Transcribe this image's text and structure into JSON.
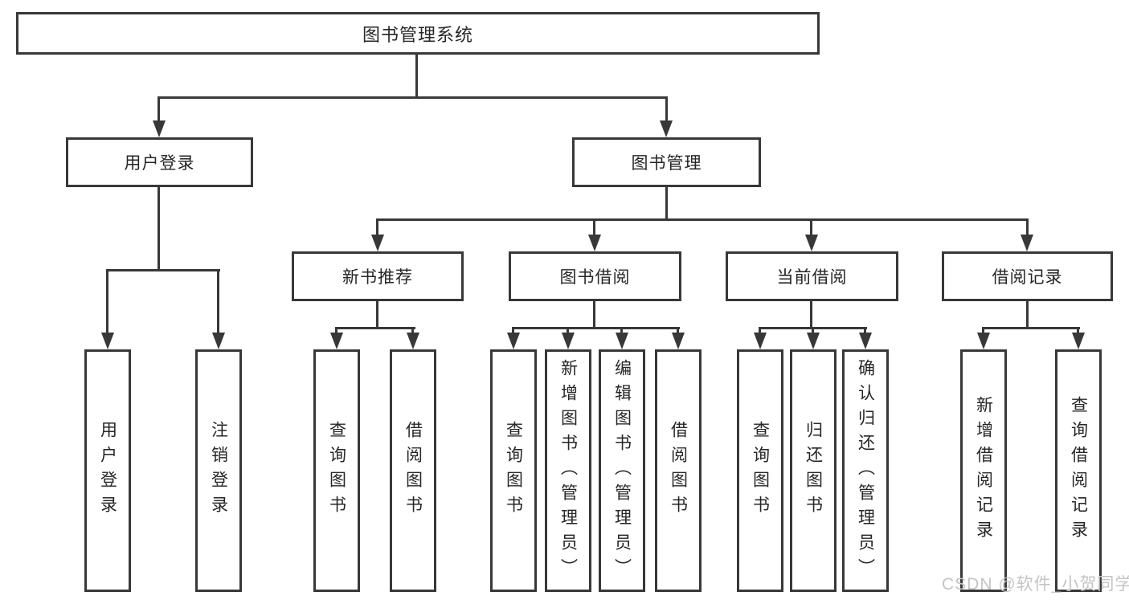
{
  "diagram": {
    "root": {
      "label": "图书管理系统"
    },
    "level2": [
      {
        "label": "用户登录"
      },
      {
        "label": "图书管理"
      }
    ],
    "level3": [
      {
        "label": "新书推荐"
      },
      {
        "label": "图书借阅"
      },
      {
        "label": "当前借阅"
      },
      {
        "label": "借阅记录"
      }
    ],
    "leaves": [
      {
        "label": "用户登录"
      },
      {
        "label": "注销登录"
      },
      {
        "label": "查询图书"
      },
      {
        "label": "借阅图书"
      },
      {
        "label": "查询图书"
      },
      {
        "label": "新增图书（管理员）"
      },
      {
        "label": "编辑图书（管理员）"
      },
      {
        "label": "借阅图书"
      },
      {
        "label": "查询图书"
      },
      {
        "label": "归还图书"
      },
      {
        "label": "确认归还（管理员）"
      },
      {
        "label": "新增借阅记录"
      },
      {
        "label": "查询借阅记录"
      }
    ],
    "watermark": "CSDN @软件_小贺同学",
    "colors": {
      "line": "#383838",
      "text": "#262626",
      "background": "#ffffff",
      "watermark": "#c4c4c4"
    }
  }
}
